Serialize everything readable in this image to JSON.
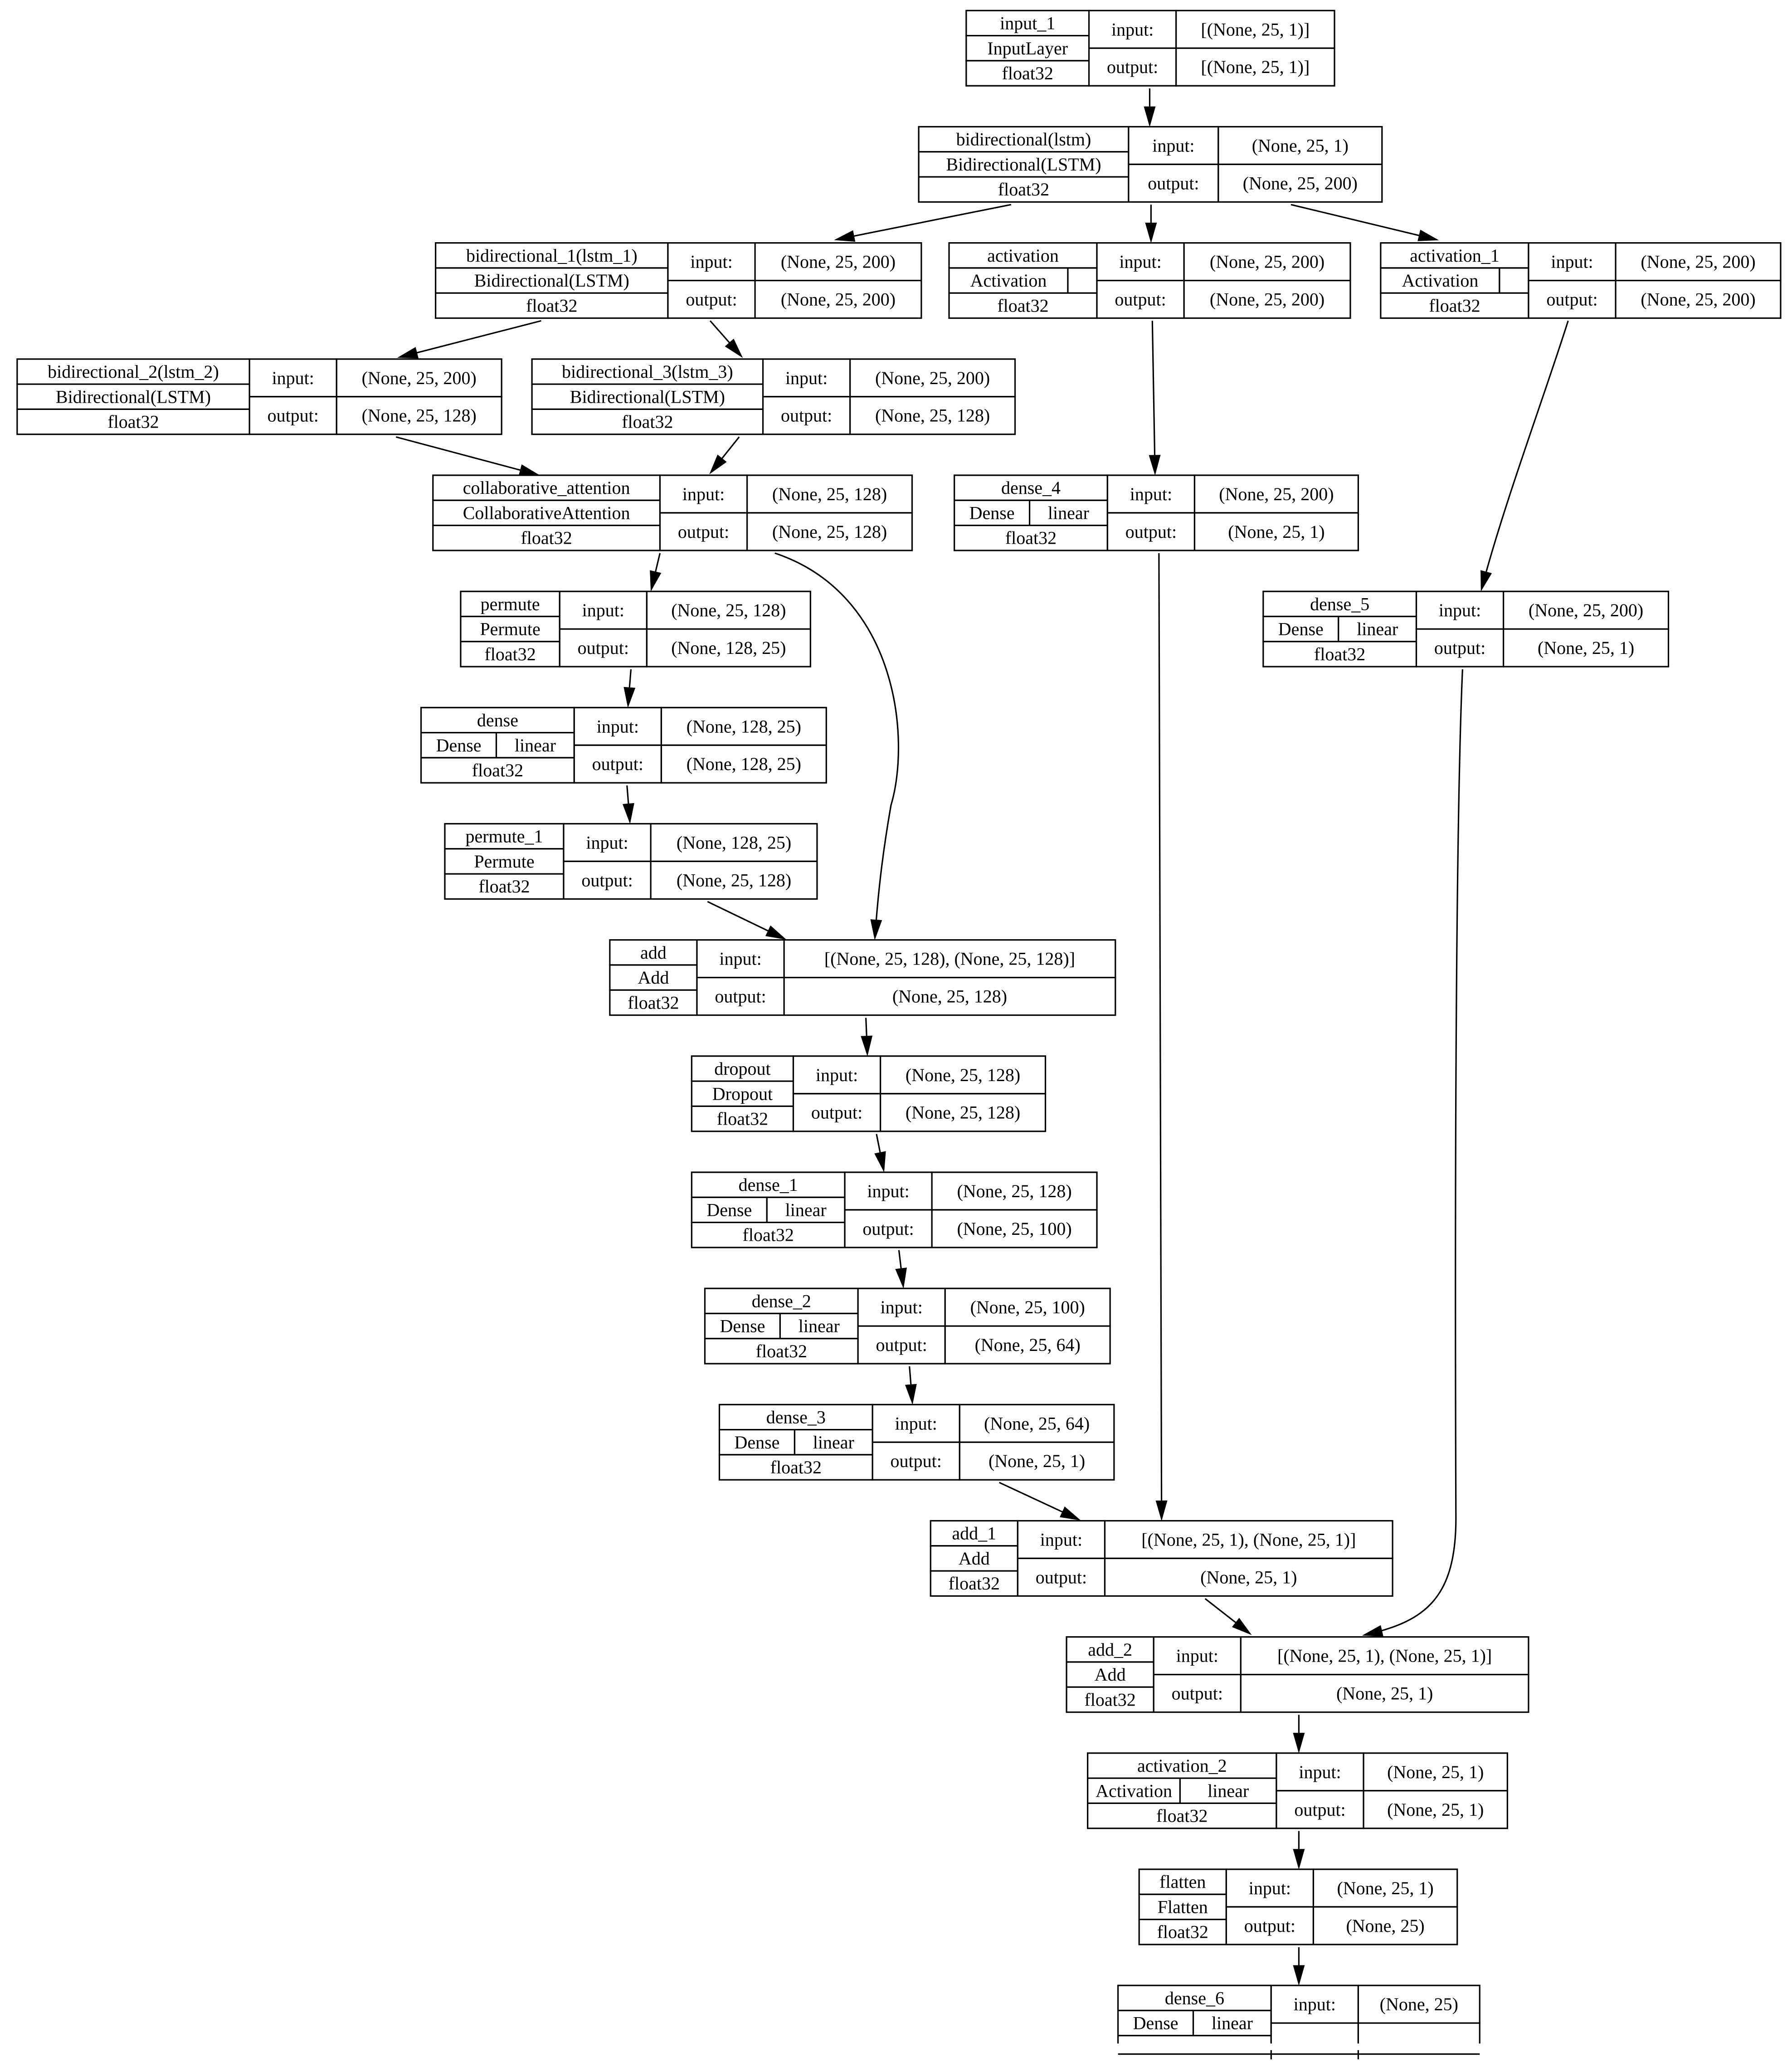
{
  "nodes": [
    {
      "id": "input_1",
      "name": "input_1",
      "cls": "InputLayer",
      "act": "",
      "dtype": "float32",
      "input": "[(None, 25, 1)]",
      "output": "[(None, 25, 1)]"
    },
    {
      "id": "bidirectional",
      "name": "bidirectional(lstm)",
      "cls": "Bidirectional(LSTM)",
      "act": "",
      "dtype": "float32",
      "input": "(None, 25, 1)",
      "output": "(None, 25, 200)"
    },
    {
      "id": "bidirectional_1",
      "name": "bidirectional_1(lstm_1)",
      "cls": "Bidirectional(LSTM)",
      "act": "",
      "dtype": "float32",
      "input": "(None, 25, 200)",
      "output": "(None, 25, 200)"
    },
    {
      "id": "activation",
      "name": "activation",
      "cls": "Activation",
      "act": "",
      "dtype": "float32",
      "input": "(None, 25, 200)",
      "output": "(None, 25, 200)"
    },
    {
      "id": "activation_1",
      "name": "activation_1",
      "cls": "Activation",
      "act": "",
      "dtype": "float32",
      "input": "(None, 25, 200)",
      "output": "(None, 25, 200)"
    },
    {
      "id": "bidirectional_2",
      "name": "bidirectional_2(lstm_2)",
      "cls": "Bidirectional(LSTM)",
      "act": "",
      "dtype": "float32",
      "input": "(None, 25, 200)",
      "output": "(None, 25, 128)"
    },
    {
      "id": "bidirectional_3",
      "name": "bidirectional_3(lstm_3)",
      "cls": "Bidirectional(LSTM)",
      "act": "",
      "dtype": "float32",
      "input": "(None, 25, 200)",
      "output": "(None, 25, 128)"
    },
    {
      "id": "collaborative_attention",
      "name": "collaborative_attention",
      "cls": "CollaborativeAttention",
      "act": "",
      "dtype": "float32",
      "input": "(None, 25, 128)",
      "output": "(None, 25, 128)"
    },
    {
      "id": "dense_4",
      "name": "dense_4",
      "cls": "Dense",
      "act": "linear",
      "dtype": "float32",
      "input": "(None, 25, 200)",
      "output": "(None, 25, 1)"
    },
    {
      "id": "permute",
      "name": "permute",
      "cls": "Permute",
      "act": "",
      "dtype": "float32",
      "input": "(None, 25, 128)",
      "output": "(None, 128, 25)"
    },
    {
      "id": "dense_5",
      "name": "dense_5",
      "cls": "Dense",
      "act": "linear",
      "dtype": "float32",
      "input": "(None, 25, 200)",
      "output": "(None, 25, 1)"
    },
    {
      "id": "dense",
      "name": "dense",
      "cls": "Dense",
      "act": "linear",
      "dtype": "float32",
      "input": "(None, 128, 25)",
      "output": "(None, 128, 25)"
    },
    {
      "id": "permute_1",
      "name": "permute_1",
      "cls": "Permute",
      "act": "",
      "dtype": "float32",
      "input": "(None, 128, 25)",
      "output": "(None, 25, 128)"
    },
    {
      "id": "add",
      "name": "add",
      "cls": "Add",
      "act": "",
      "dtype": "float32",
      "input": "[(None, 25, 128), (None, 25, 128)]",
      "output": "(None, 25, 128)"
    },
    {
      "id": "dropout",
      "name": "dropout",
      "cls": "Dropout",
      "act": "",
      "dtype": "float32",
      "input": "(None, 25, 128)",
      "output": "(None, 25, 128)"
    },
    {
      "id": "dense_1",
      "name": "dense_1",
      "cls": "Dense",
      "act": "linear",
      "dtype": "float32",
      "input": "(None, 25, 128)",
      "output": "(None, 25, 100)"
    },
    {
      "id": "dense_2",
      "name": "dense_2",
      "cls": "Dense",
      "act": "linear",
      "dtype": "float32",
      "input": "(None, 25, 100)",
      "output": "(None, 25, 64)"
    },
    {
      "id": "dense_3",
      "name": "dense_3",
      "cls": "Dense",
      "act": "linear",
      "dtype": "float32",
      "input": "(None, 25, 64)",
      "output": "(None, 25, 1)"
    },
    {
      "id": "add_1",
      "name": "add_1",
      "cls": "Add",
      "act": "",
      "dtype": "float32",
      "input": "[(None, 25, 1), (None, 25, 1)]",
      "output": "(None, 25, 1)"
    },
    {
      "id": "add_2",
      "name": "add_2",
      "cls": "Add",
      "act": "",
      "dtype": "float32",
      "input": "[(None, 25, 1), (None, 25, 1)]",
      "output": "(None, 25, 1)"
    },
    {
      "id": "activation_2",
      "name": "activation_2",
      "cls": "Activation",
      "act": "linear",
      "dtype": "float32",
      "input": "(None, 25, 1)",
      "output": "(None, 25, 1)"
    },
    {
      "id": "flatten",
      "name": "flatten",
      "cls": "Flatten",
      "act": "",
      "dtype": "float32",
      "input": "(None, 25, 1)",
      "output": "(None, 25)"
    },
    {
      "id": "dense_6",
      "name": "dense_6",
      "cls": "Dense",
      "act": "linear",
      "dtype": "",
      "input": "(None, 25)",
      "output": ""
    }
  ],
  "edges": [
    [
      "input_1",
      "bidirectional"
    ],
    [
      "bidirectional",
      "bidirectional_1"
    ],
    [
      "bidirectional",
      "activation"
    ],
    [
      "bidirectional",
      "activation_1"
    ],
    [
      "bidirectional_1",
      "bidirectional_2"
    ],
    [
      "bidirectional_1",
      "bidirectional_3"
    ],
    [
      "bidirectional_2",
      "collaborative_attention"
    ],
    [
      "bidirectional_3",
      "collaborative_attention"
    ],
    [
      "activation",
      "dense_4"
    ],
    [
      "activation_1",
      "dense_5"
    ],
    [
      "collaborative_attention",
      "permute"
    ],
    [
      "collaborative_attention",
      "add"
    ],
    [
      "permute",
      "dense"
    ],
    [
      "dense",
      "permute_1"
    ],
    [
      "permute_1",
      "add"
    ],
    [
      "add",
      "dropout"
    ],
    [
      "dropout",
      "dense_1"
    ],
    [
      "dense_1",
      "dense_2"
    ],
    [
      "dense_2",
      "dense_3"
    ],
    [
      "dense_3",
      "add_1"
    ],
    [
      "dense_4",
      "add_1"
    ],
    [
      "add_1",
      "add_2"
    ],
    [
      "dense_5",
      "add_2"
    ],
    [
      "add_2",
      "activation_2"
    ],
    [
      "activation_2",
      "flatten"
    ],
    [
      "flatten",
      "dense_6"
    ]
  ],
  "labels": {
    "input": "input:",
    "output": "output:"
  }
}
